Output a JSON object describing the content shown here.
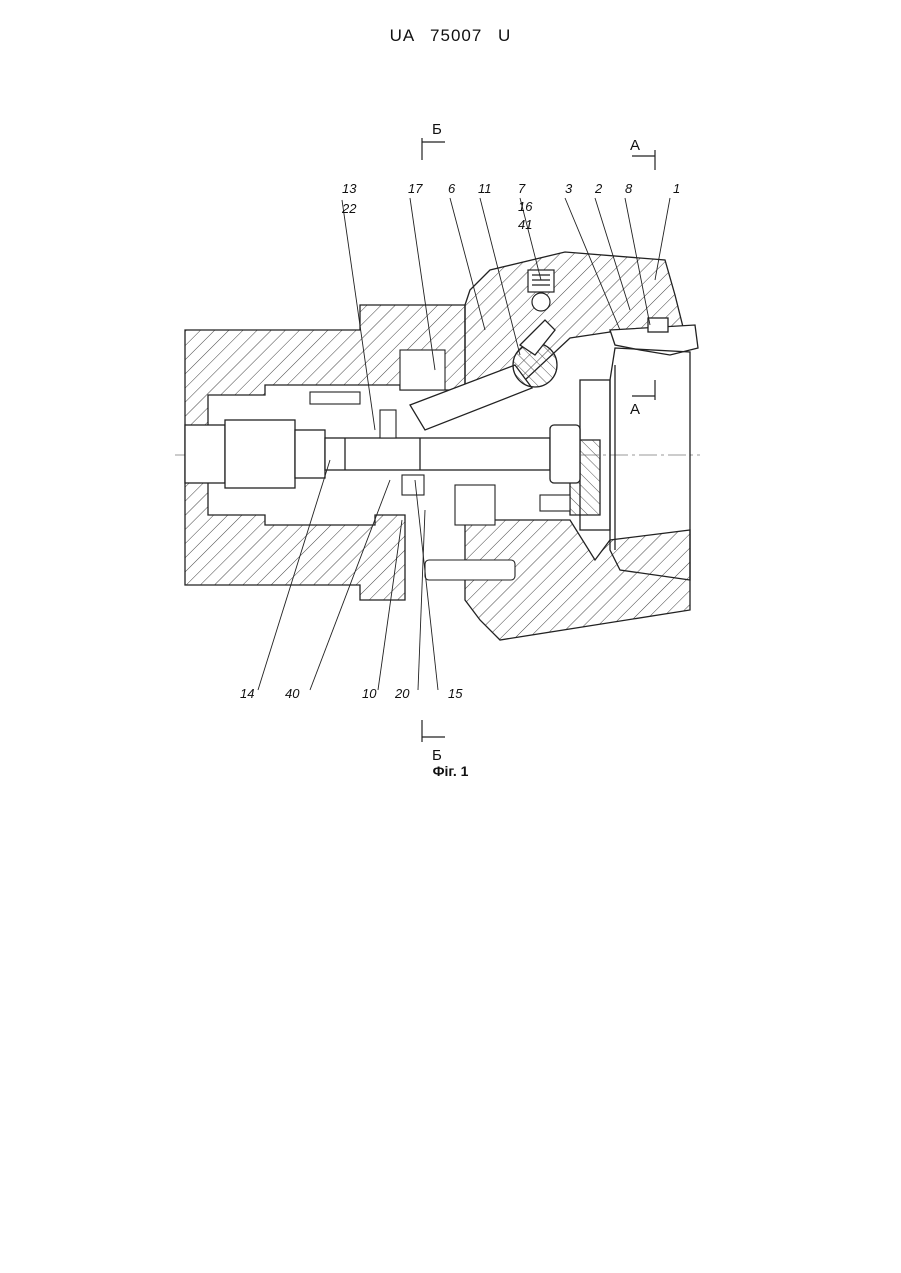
{
  "header": {
    "doc_id": "UA 75007 U"
  },
  "figure": {
    "caption": "Фіг. 1",
    "section_markers": {
      "top_left": "Б",
      "bottom_left": "Б",
      "top_right": "А",
      "mid_right": "А"
    },
    "callouts_top": [
      "13",
      "22",
      "17",
      "6",
      "11",
      "7",
      "16",
      "41",
      "3",
      "2",
      "8",
      "1"
    ],
    "callouts_bottom": [
      "14",
      "40",
      "10",
      "20",
      "15"
    ]
  }
}
